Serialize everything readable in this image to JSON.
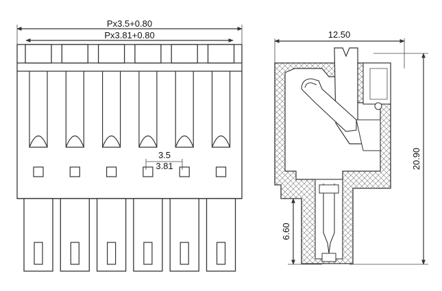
{
  "front_view": {
    "top_dim_label": "Px3.5+0.80",
    "second_dim_label": "Px3.81+0.80",
    "pitch_label_a": "3.5",
    "pitch_label_b": "3.81",
    "pole_count": 6
  },
  "side_view": {
    "width_label": "12.50",
    "height_label": "20.90",
    "pin_label": "6.60"
  },
  "colors": {
    "stroke": "#333333",
    "hatch": "#555555",
    "background": "#ffffff"
  }
}
